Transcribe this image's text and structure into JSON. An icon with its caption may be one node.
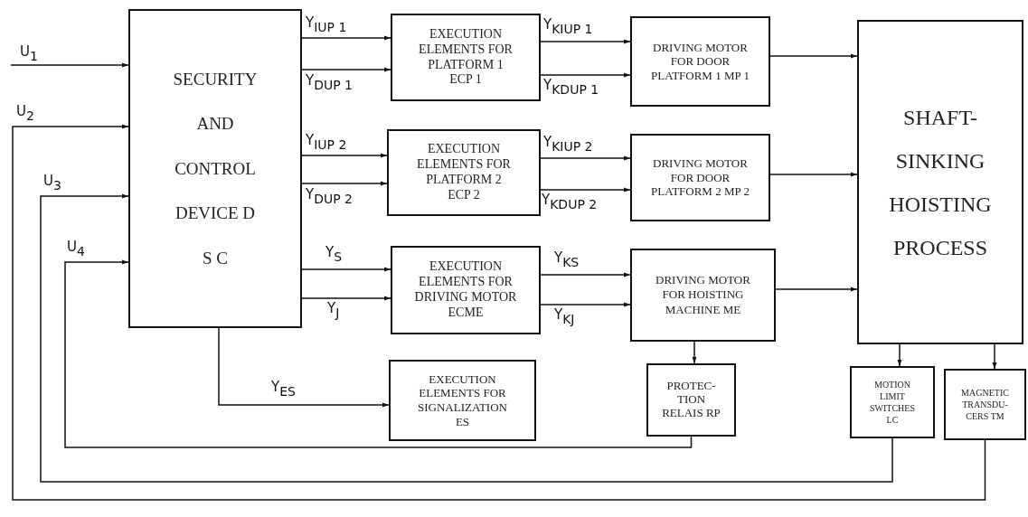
{
  "diagram": {
    "nodes": [
      {
        "text": [
          "SECURITY AND CONTROL DEVICE D S C"
        ]
      },
      {
        "text": [
          "EXECUTION ELEMENTS FOR PLATFORM 1 ECP 1"
        ]
      },
      {
        "text": [
          "EXECUTION ELEMENTS FOR PLATFORM 2 ECP 2"
        ]
      },
      {
        "text": [
          "EXECUTION ELEMENTS FOR DRIVING MOTOR ECME"
        ]
      },
      {
        "text": [
          "EXECUTION ELEMENTS FOR SIGNALIZATION ES"
        ]
      },
      {
        "text": [
          "DRIVING MOTOR FOR DOOR PLATFORM 1 MP 1"
        ]
      },
      {
        "text": [
          "DRIVING MOTOR FOR DOOR PLATFORM 2 MP 2"
        ]
      },
      {
        "text": [
          "DRIVING MOTOR FOR HOISTING MACHINE ME"
        ]
      },
      {
        "text": [
          "PROTEC- TION RELAIS RP"
        ]
      },
      {
        "text": [
          "SHAFT- SINKING HOISTING PROCESS"
        ]
      },
      {
        "text": [
          "MOTION LIMIT SWITCHES LC"
        ]
      },
      {
        "text": [
          "MAGNETIC TRANSDU- CERS TM"
        ]
      }
    ],
    "edges": [
      {
        "from": null,
        "to": 0,
        "arrow": "to",
        "label": "U$_{1}$"
      },
      {
        "from": 0,
        "to": 1,
        "arrow": "to",
        "label": "Y$_{IUP 1}$"
      },
      {
        "from": 0,
        "to": 1,
        "arrow": "to",
        "label": "Y$_{DUP 1}$"
      },
      {
        "from": 0,
        "to": 2,
        "arrow": "to",
        "label": "Y$_{IUP 2}$"
      },
      {
        "from": 0,
        "to": 2,
        "arrow": "to",
        "label": "Y$_{DUP 2}$"
      },
      {
        "from": 0,
        "to": 3,
        "arrow": "to",
        "label": "Y$_{S}$"
      },
      {
        "from": 0,
        "to": 3,
        "arrow": "to",
        "label": "Y$_{J}$"
      },
      {
        "from": 0,
        "to": 4,
        "arrow": "to",
        "label": "Y$_{ES}$"
      },
      {
        "from": 1,
        "to": 5,
        "arrow": "to",
        "label": "Y$_{KIUP 1}$"
      },
      {
        "from": 1,
        "to": 5,
        "arrow": "to",
        "label": "Y$_{KDUP 1}$"
      },
      {
        "from": 2,
        "to": 6,
        "arrow": "to",
        "label": "Y$_{KIUP 2}$"
      },
      {
        "from": 2,
        "to": 6,
        "arrow": "to",
        "label": "Y$_{KDUP 2}$"
      },
      {
        "from": 3,
        "to": 7,
        "arrow": "to",
        "label": "Y$_{KS}$"
      },
      {
        "from": 3,
        "to": 7,
        "arrow": "to",
        "label": "Y$_{KJ}$"
      },
      {
        "from": 5,
        "to": 9,
        "arrow": "to"
      },
      {
        "from": 6,
        "to": 9,
        "arrow": "to"
      },
      {
        "from": 7,
        "to": 9,
        "arrow": "to"
      },
      {
        "from": 7,
        "to": 8,
        "arrow": "to"
      },
      {
        "from": 9,
        "to": 10,
        "arrow": "to"
      },
      {
        "from": 9,
        "to": 11,
        "arrow": "to"
      },
      {
        "from": 8,
        "to": 0,
        "arrow": "to",
        "label": "U$_{4}$"
      },
      {
        "from": 10,
        "to": 0,
        "arrow": "to",
        "label": "U$_{3}$"
      },
      {
        "from": 11,
        "to": 0,
        "arrow": "to",
        "label": "U$_{2}$"
      }
    ]
  }
}
